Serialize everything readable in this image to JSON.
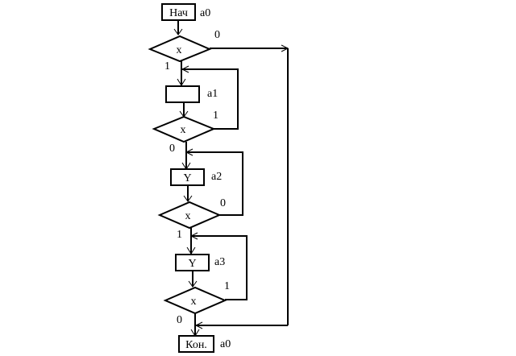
{
  "flowchart": {
    "start_label": "Нач",
    "end_label": "Кон.",
    "block_a1_label": "",
    "block_a2_label": "Y",
    "block_a3_label": "Y",
    "condition_1": "x",
    "condition_2": "x",
    "condition_3": "x",
    "condition_4": "x",
    "state_start": "a0",
    "state_1": "a1",
    "state_2": "a2",
    "state_3": "a3",
    "state_end": "a0",
    "branch_1_exit": "0",
    "branch_1_continue": "1",
    "branch_2_loop": "1",
    "branch_2_continue": "0",
    "branch_3_loop": "0",
    "branch_3_continue": "1",
    "branch_4_loop": "1",
    "branch_4_continue": "0"
  }
}
